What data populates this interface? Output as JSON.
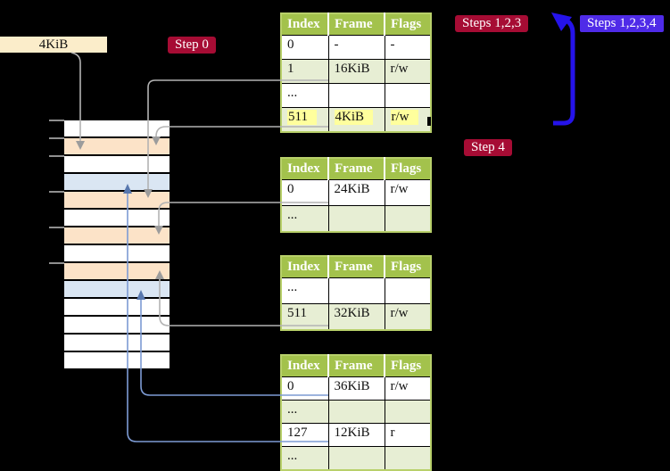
{
  "palette": {
    "background": "#000000",
    "table_header_green": "#a3c24c",
    "table_border_green": "#b8d06a",
    "table_alt_row_green": "#e7eed4",
    "highlight_yellow": "#ffff9d",
    "frame_peach": "#fce3c8",
    "frame_light_blue": "#dae6f3",
    "frame_white": "#ffffff",
    "label_cream": "#fbedca",
    "badge_dark_red": "#a60c34",
    "badge_blue_violet": "#4f2be8",
    "connector_gray": "#b3b3b3",
    "connector_light_blue": "#7d9bd4",
    "big_arrow_blue": "#2513ea"
  },
  "memory_label": "4KiB",
  "badges": [
    {
      "id": "step0",
      "label": "Step 0",
      "color": "red"
    },
    {
      "id": "steps123",
      "label": "Steps 1,2,3",
      "color": "red"
    },
    {
      "id": "steps1234",
      "label": "Steps 1,2,3,4",
      "color": "blue"
    },
    {
      "id": "step4",
      "label": "Step 4",
      "color": "red"
    }
  ],
  "memory": {
    "row_colors": [
      "white",
      "peach",
      "white",
      "blue",
      "peach",
      "white",
      "peach",
      "white",
      "peach",
      "blue",
      "white",
      "white",
      "white",
      "white"
    ]
  },
  "tables": [
    {
      "id": "level-1",
      "headers": [
        "Index",
        "Frame",
        "Flags"
      ],
      "rows": [
        {
          "index": "0",
          "frame": "-",
          "flags": "-"
        },
        {
          "index": "1",
          "frame": "16KiB",
          "flags": "r/w"
        },
        {
          "index": "...",
          "frame": "",
          "flags": ""
        },
        {
          "index": "511",
          "frame": "4KiB",
          "flags": "r/w",
          "highlight": true
        }
      ]
    },
    {
      "id": "level-2",
      "headers": [
        "Index",
        "Frame",
        "Flags"
      ],
      "rows": [
        {
          "index": "0",
          "frame": "24KiB",
          "flags": "r/w"
        },
        {
          "index": "...",
          "frame": "",
          "flags": ""
        }
      ]
    },
    {
      "id": "level-3",
      "headers": [
        "Index",
        "Frame",
        "Flags"
      ],
      "rows": [
        {
          "index": "...",
          "frame": "",
          "flags": ""
        },
        {
          "index": "511",
          "frame": "32KiB",
          "flags": "r/w"
        }
      ]
    },
    {
      "id": "level-4",
      "headers": [
        "Index",
        "Frame",
        "Flags"
      ],
      "rows": [
        {
          "index": "0",
          "frame": "36KiB",
          "flags": "r/w"
        },
        {
          "index": "...",
          "frame": "",
          "flags": ""
        },
        {
          "index": "127",
          "frame": "12KiB",
          "flags": "r"
        },
        {
          "index": "...",
          "frame": "",
          "flags": ""
        }
      ]
    }
  ]
}
